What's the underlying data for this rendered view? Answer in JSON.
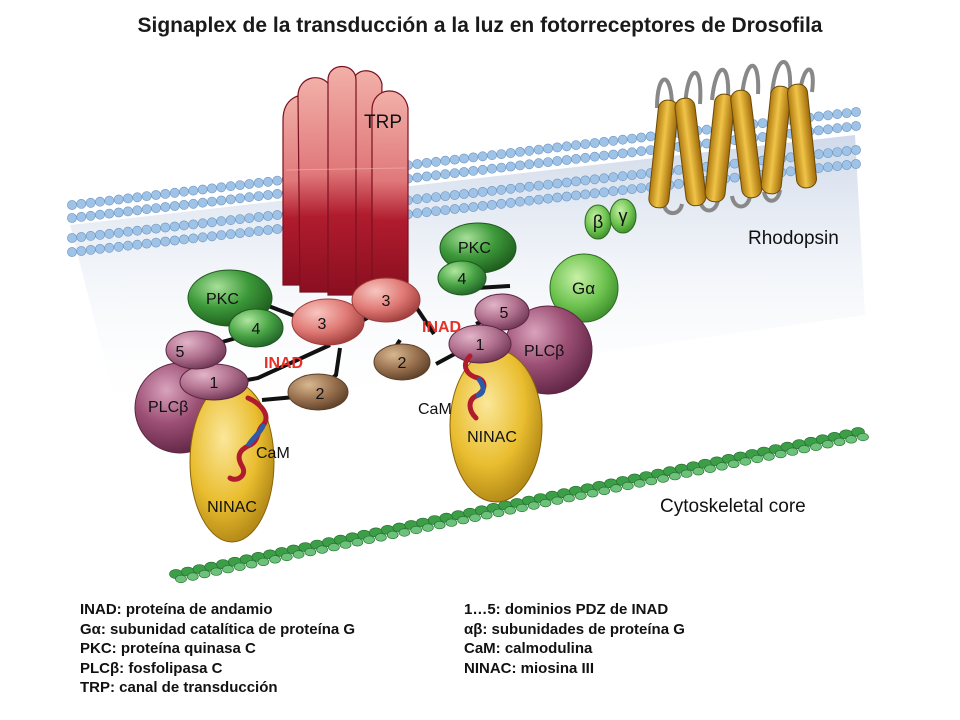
{
  "title": "Signaplex de la transducción a la luz en fotorreceptores de Drosofila",
  "labels": {
    "trp": "TRP",
    "rhodopsin": "Rhodopsin",
    "cytoskeletal": "Cytoskeletal core",
    "beta": "β",
    "gamma": "γ",
    "galpha": "Gα",
    "pkc_left": "PKC",
    "pkc_right": "PKC",
    "plc_left": "PLCβ",
    "plc_right": "PLCβ",
    "ninac_left": "NINAC",
    "ninac_right": "NINAC",
    "cam_left": "CaM",
    "cam_right": "CaM",
    "inad_left": "INAD",
    "inad_right": "INAD",
    "left_d1": "1",
    "left_d2": "2",
    "left_d3": "3",
    "left_d4": "4",
    "left_d5": "5",
    "right_d1": "1",
    "right_d2": "2",
    "right_d3": "3",
    "right_d4": "4",
    "right_d5": "5"
  },
  "legend": {
    "left": [
      "INAD: proteína de andamio",
      "Gα: subunidad catalítica de proteína G",
      "PKC: proteína quinasa C",
      "PLCβ: fosfolipasa C",
      "TRP: canal de transducción"
    ],
    "right": [
      "1…5: dominios PDZ de INAD",
      "αβ: subunidades de proteína G",
      "CaM: calmodulina",
      "NINAC: miosina III"
    ]
  },
  "colors": {
    "inad_label": "#e8302a",
    "trp": "#b01c2e",
    "pkc": "#3d9a3a",
    "plc": "#9c4f74",
    "ninac": "#e9bd2e",
    "domain_3": "#e07a76",
    "domain_2": "#9a7250",
    "membrane_bead": "#9fc3e6",
    "cytoskeleton_bead": "#3d9e48"
  }
}
